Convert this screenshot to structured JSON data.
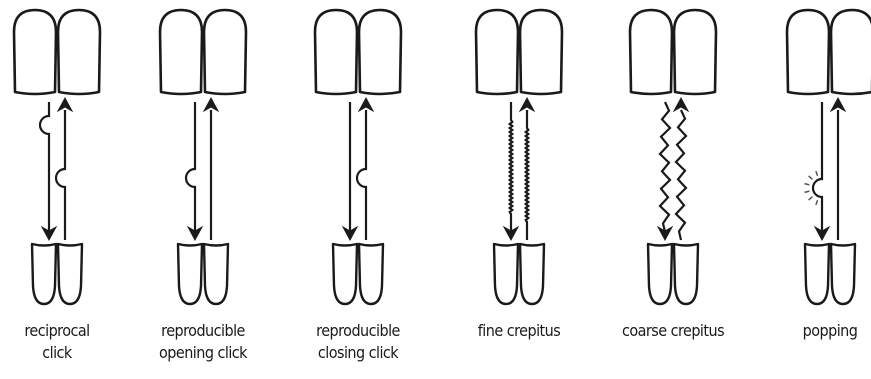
{
  "panels": [
    {
      "caption": [
        "reciprocal",
        "click"
      ],
      "opening": "bump-upper",
      "closing": "bump-lower"
    },
    {
      "caption": [
        "reproducible",
        "opening click"
      ],
      "opening": "bump-lower",
      "closing": "straight"
    },
    {
      "caption": [
        "reproducible",
        "closing click"
      ],
      "opening": "straight",
      "closing": "bump-lower"
    },
    {
      "caption": [
        "fine crepitus"
      ],
      "opening": "fine-wavy",
      "closing": "fine-wavy"
    },
    {
      "caption": [
        "coarse crepitus"
      ],
      "opening": "coarse-zigzag",
      "closing": "coarse-zigzag"
    },
    {
      "caption": [
        "popping"
      ],
      "opening": "popping-bump",
      "closing": "straight"
    }
  ]
}
